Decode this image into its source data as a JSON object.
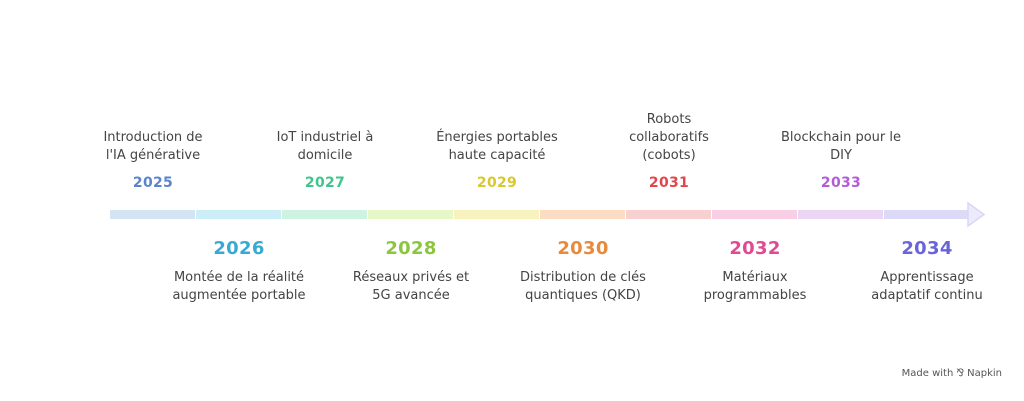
{
  "milestones": [
    {
      "year": "2025",
      "text": "Introduction de l'IA générative",
      "color": "#5B84C9",
      "segment": "#D5E4F4"
    },
    {
      "year": "2026",
      "text": "Montée de la réalité augmentée portable",
      "color": "#39A9D4",
      "segment": "#CBEEF9"
    },
    {
      "year": "2027",
      "text": "IoT industriel à domicile",
      "color": "#3FC48C",
      "segment": "#CFF3E2"
    },
    {
      "year": "2028",
      "text": "Réseaux privés et 5G avancée",
      "color": "#8CC63F",
      "segment": "#E6F7C8"
    },
    {
      "year": "2029",
      "text": "Énergies portables haute capacité",
      "color": "#D8C82E",
      "segment": "#F8F2BF"
    },
    {
      "year": "2030",
      "text": "Distribution de clés quantiques (QKD)",
      "color": "#E88A3C",
      "segment": "#FCDDC3"
    },
    {
      "year": "2031",
      "text": "Robots collaboratifs (cobots)",
      "color": "#E0474C",
      "segment": "#F9D0D0"
    },
    {
      "year": "2032",
      "text": "Matériaux programmables",
      "color": "#E04A93",
      "segment": "#F9CFE5"
    },
    {
      "year": "2033",
      "text": "Blockchain pour le DIY",
      "color": "#B25DD6",
      "segment": "#EBD6F6"
    },
    {
      "year": "2034",
      "text": "Apprentissage adaptatif continu",
      "color": "#6A64D8",
      "segment": "#DCDAF7"
    }
  ],
  "credit": {
    "text": "Made with",
    "brand": "Napkin",
    "icon": "napkin-logo-icon"
  }
}
